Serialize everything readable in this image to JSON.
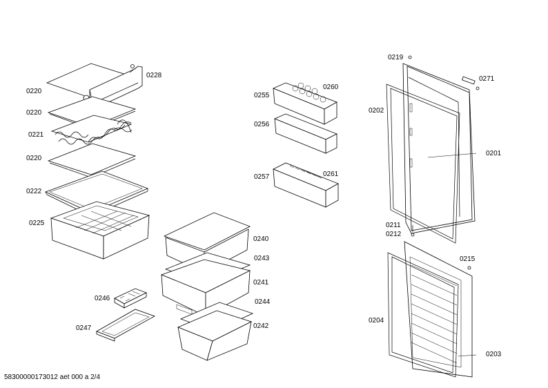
{
  "labels": {
    "p0220a": "0220",
    "p0228": "0228",
    "p0220b": "0220",
    "p0221": "0221",
    "p0220c": "0220",
    "p0222": "0222",
    "p0225": "0225",
    "p0255": "0255",
    "p0260": "0260",
    "p0256": "0256",
    "p0257": "0257",
    "p0261": "0261",
    "p0240": "0240",
    "p0243": "0243",
    "p0241": "0241",
    "p0244": "0244",
    "p0242": "0242",
    "p0246": "0246",
    "p0247": "0247",
    "p0219": "0219",
    "p0271": "0271",
    "p0202": "0202",
    "p0201": "0201",
    "p0211": "0211",
    "p0212": "0212",
    "p0215": "0215",
    "p0204": "0204",
    "p0203": "0203"
  },
  "footer": "58300000173012 aet 000 a 2/4"
}
